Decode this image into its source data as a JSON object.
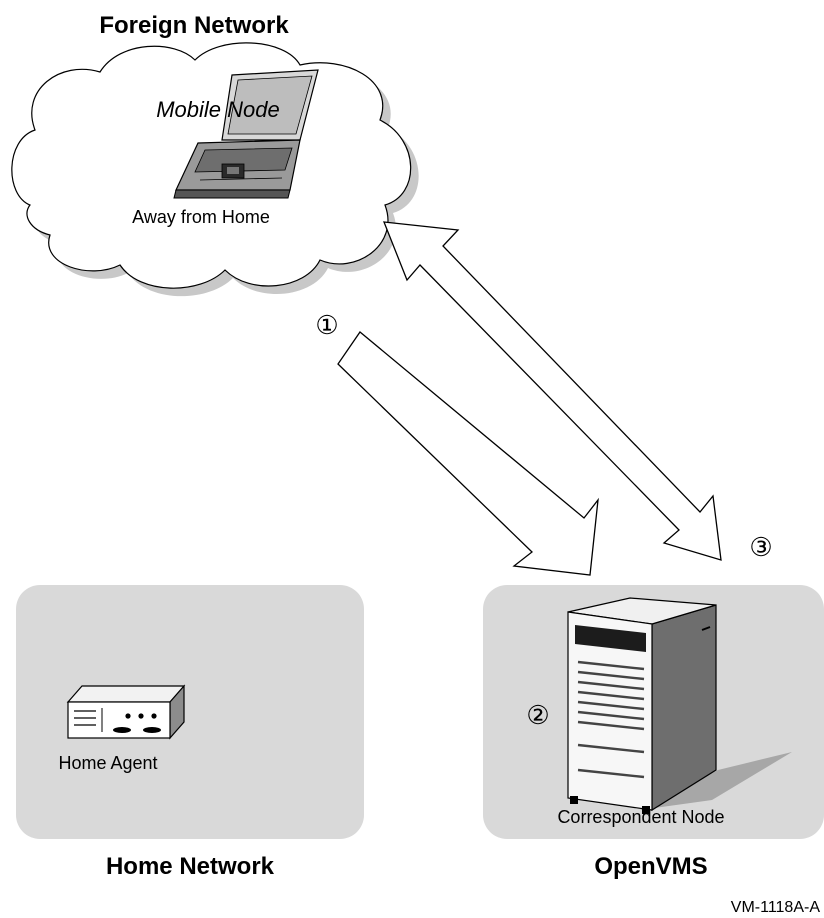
{
  "foreign_network": {
    "title": "Foreign Network",
    "mobile_node_label": "Mobile Node",
    "status_label": "Away from Home"
  },
  "home_network": {
    "title": "Home Network",
    "agent_label": "Home Agent"
  },
  "openvms": {
    "title": "OpenVMS",
    "node_label": "Correspondent Node"
  },
  "markers": {
    "step1": "①",
    "step2": "②",
    "step3": "③"
  },
  "figure_id": "VM-1118A-A",
  "colors": {
    "cloud_fill": "#ffffff",
    "cloud_shadow": "#c8c8c8",
    "panel_fill": "#d9d9d9",
    "panel_shadow_dark": "#c4c4c4",
    "stroke": "#000000"
  },
  "icons": {
    "mobile_node": "laptop-icon",
    "home_agent": "router-icon",
    "correspondent_node": "server-tower-icon"
  }
}
